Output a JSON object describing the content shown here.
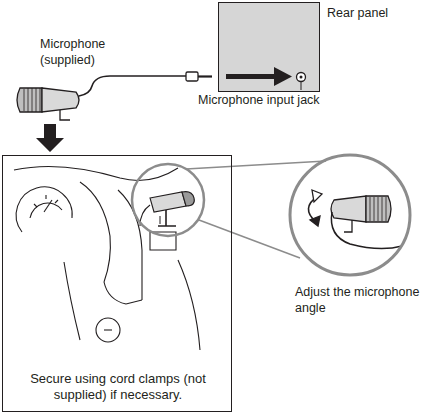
{
  "diagram": {
    "nodes": [
      {
        "text": [
          "Rear panel"
        ]
      },
      {
        "text": [
          "Secure using cord clamps (not supplied) if necessary."
        ]
      },
      {
        "text": [
          "Adjust the microphone angle"
        ]
      }
    ],
    "labels": [
      "Microphone (supplied)",
      "Microphone input jack"
    ]
  }
}
